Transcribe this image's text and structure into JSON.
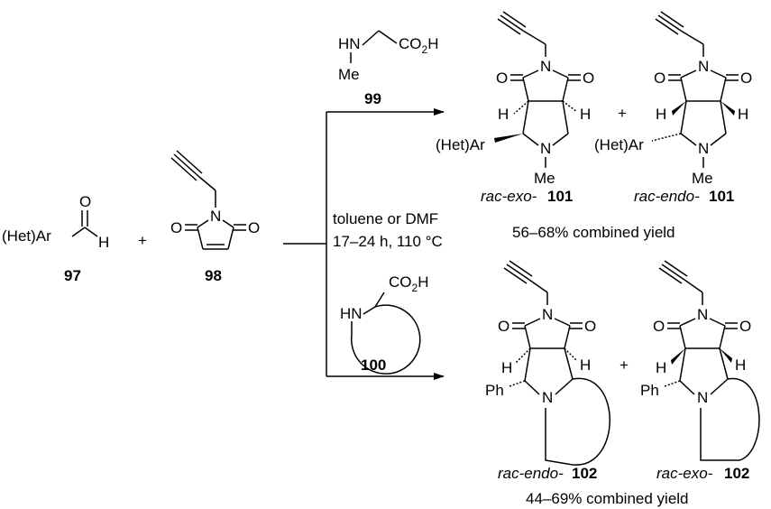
{
  "reactants": {
    "aldehyde": {
      "aryl": "(Het)Ar",
      "oxygen": "O",
      "hydrogen": "H",
      "number": "97"
    },
    "maleimide": {
      "n": "N",
      "o_left": "O",
      "o_right": "O",
      "number": "98"
    },
    "plus": "+"
  },
  "conditions": {
    "solvent": "toluene or DMF",
    "time_temp": "17–24 h, 110 °C"
  },
  "upper": {
    "amino_acid": {
      "hn": "HN",
      "acid": "CO",
      "acid_sub": "2",
      "acid_end": "H",
      "methyl": "Me",
      "number": "99"
    },
    "exo": {
      "prefix": "rac-exo-",
      "number": "101",
      "aryl": "(Het)Ar",
      "h_left": "H",
      "h_right": "H",
      "n_top": "N",
      "n_ring": "N",
      "me": "Me",
      "o_left": "O",
      "o_right": "O"
    },
    "endo": {
      "prefix": "rac-endo-",
      "number": "101",
      "aryl": "(Het)Ar",
      "h_left": "H",
      "h_right": "H",
      "n_top": "N",
      "n_ring": "N",
      "me": "Me",
      "o_left": "O",
      "o_right": "O"
    },
    "plus": "+",
    "yield": "56–68% combined yield"
  },
  "lower": {
    "amino_acid": {
      "hn": "HN",
      "acid": "CO",
      "acid_sub": "2",
      "acid_end": "H",
      "number": "100"
    },
    "endo": {
      "prefix": "rac-endo-",
      "number": "102",
      "aryl": "Ph",
      "h_left": "H",
      "h_right": "H",
      "n_top": "N",
      "n_ring": "N",
      "o_left": "O",
      "o_right": "O"
    },
    "exo": {
      "prefix": "rac-exo-",
      "number": "102",
      "aryl": "Ph",
      "h_left": "H",
      "h_right": "H",
      "n_top": "N",
      "n_ring": "N",
      "o_left": "O",
      "o_right": "O"
    },
    "plus": "+",
    "yield": "44–69% combined yield"
  }
}
